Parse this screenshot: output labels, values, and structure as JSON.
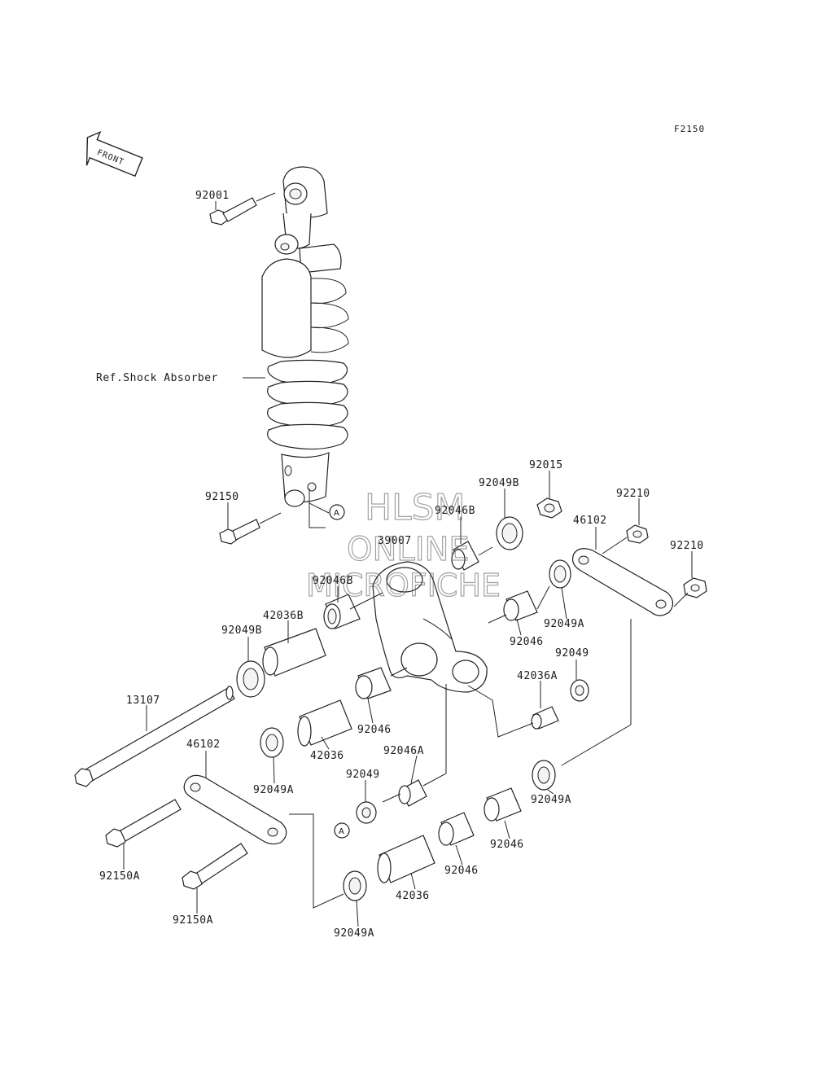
{
  "diagram_code": "F2150",
  "front_label": "FRONT",
  "reference_label": "Ref.Shock Absorber",
  "reference_marker": "A",
  "watermark": {
    "line1": "HLSM",
    "line2": "ONLINE",
    "line3": "MICROFICHE"
  },
  "parts": {
    "p92001": "92001",
    "p92150": "92150",
    "p92015": "92015",
    "p92049B_top": "92049B",
    "p92046B_top": "92046B",
    "p39007": "39007",
    "p92046B_left": "92046B",
    "p92210_a": "92210",
    "p46102_right": "46102",
    "p92210_b": "92210",
    "p92049A_right": "92049A",
    "p42036B": "42036B",
    "p92049B_left": "92049B",
    "p92046_right": "92046",
    "p92049_right": "92049",
    "p42036A": "42036A",
    "p13107": "13107",
    "p92046_mid": "92046",
    "p42036_mid": "42036",
    "p92046A": "92046A",
    "p46102_left": "46102",
    "p92049_mid": "92049",
    "p92049A_left": "92049A",
    "p92049A_lowright": "92049A",
    "p92046_low1": "92046",
    "p92046_low2": "92046",
    "p92150A_1": "92150A",
    "p92150A_2": "92150A",
    "p42036_low": "42036",
    "p92049A_bottom": "92049A"
  }
}
